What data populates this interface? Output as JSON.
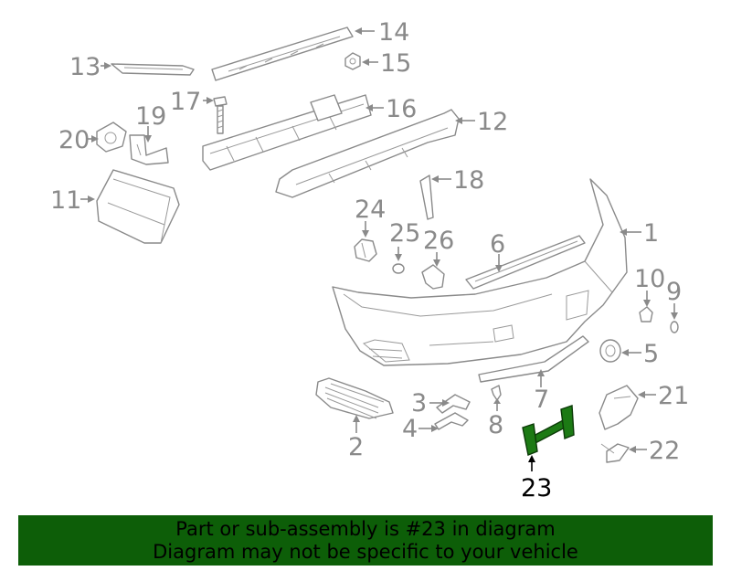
{
  "diagram": {
    "callouts": [
      "1",
      "2",
      "3",
      "4",
      "5",
      "6",
      "7",
      "8",
      "9",
      "10",
      "11",
      "12",
      "13",
      "14",
      "15",
      "16",
      "17",
      "18",
      "19",
      "20",
      "21",
      "22",
      "23",
      "24",
      "25",
      "26"
    ],
    "highlighted_callout": "23",
    "highlight_color": "#1c7a14",
    "line_color": "#8a8a8a"
  },
  "banner": {
    "line1": "Part or sub-assembly is #23 in diagram",
    "line2": "Diagram may not be specific to your vehicle",
    "background": "#0d5e08"
  }
}
